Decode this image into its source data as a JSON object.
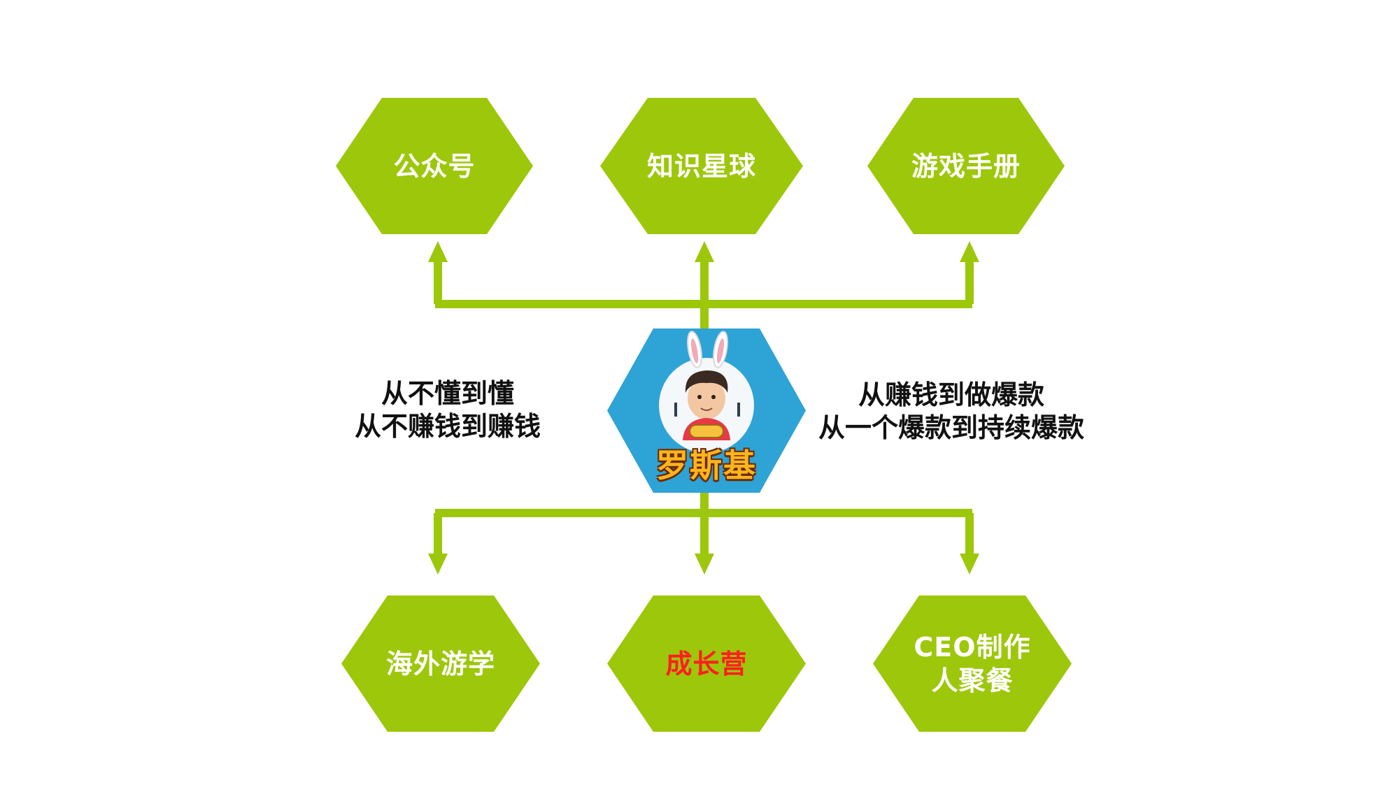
{
  "colors": {
    "accent": "#9dc70a",
    "connector": "#9dc70a",
    "logo_bg": "#2ea3d6",
    "highlight_text": "#ff1f1f",
    "node_text": "#ffffff",
    "side_text": "#111111"
  },
  "nodes": {
    "top": [
      {
        "lines": [
          "公众号"
        ]
      },
      {
        "lines": [
          "知识星球"
        ]
      },
      {
        "lines": [
          "游戏手册"
        ]
      }
    ],
    "bottom": [
      {
        "lines": [
          "海外游学"
        ]
      },
      {
        "lines": [
          "成长营"
        ],
        "highlight": true
      },
      {
        "lines": [
          "CEO制作",
          "人聚餐"
        ]
      }
    ]
  },
  "center": {
    "logo_name": "罗斯基",
    "icon": "avatar-rabbit-ears-gamer-icon"
  },
  "left_text": [
    "从不懂到懂",
    "从不赚钱到赚钱"
  ],
  "right_text": [
    "从赚钱到做爆款",
    "从一个爆款到持续爆款"
  ]
}
